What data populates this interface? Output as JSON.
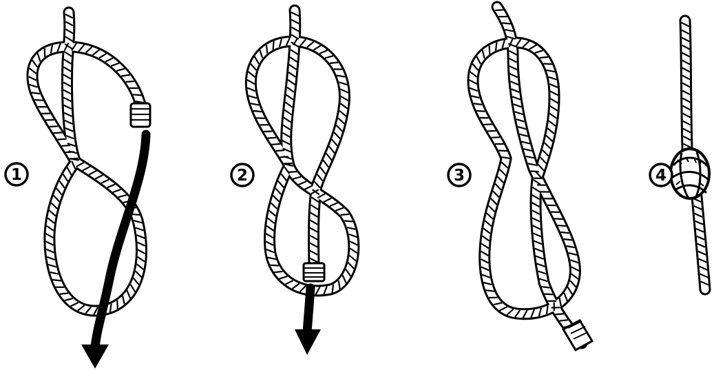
{
  "steps": [
    {
      "label": "1"
    },
    {
      "label": "2"
    },
    {
      "label": "3"
    },
    {
      "label": "4"
    }
  ],
  "colors": {
    "ink": "#000000",
    "paper": "#ffffff"
  },
  "icons": {
    "step_badge": "circled-number",
    "direction": "arrow-down-icon"
  }
}
